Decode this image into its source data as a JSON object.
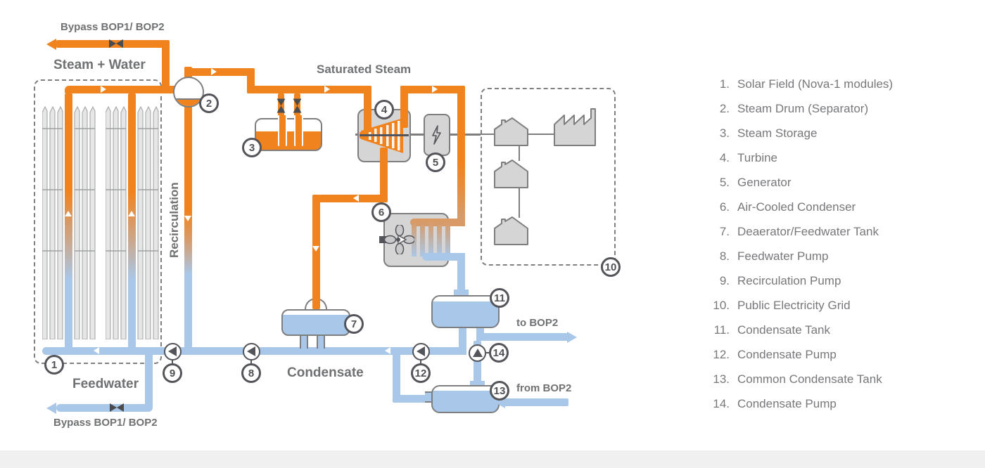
{
  "diagram": {
    "labels": {
      "bypass_top": "Bypass BOP1/ BOP2",
      "steam_water": "Steam + Water",
      "saturated_steam": "Saturated Steam",
      "recirculation": "Recirculation",
      "condensate": "Condensate",
      "feedwater": "Feedwater",
      "to_bop2": "to BOP2",
      "from_bop2": "from BOP2",
      "bypass_bottom": "Bypass BOP1/ BOP2"
    },
    "badges": [
      "1",
      "2",
      "3",
      "4",
      "5",
      "6",
      "7",
      "8",
      "9",
      "10",
      "11",
      "12",
      "13",
      "14"
    ]
  },
  "legend": {
    "items": [
      {
        "num": "1.",
        "label": "Solar Field (Nova-1 modules)"
      },
      {
        "num": "2.",
        "label": "Steam Drum (Separator)"
      },
      {
        "num": "3.",
        "label": "Steam Storage"
      },
      {
        "num": "4.",
        "label": "Turbine"
      },
      {
        "num": "5.",
        "label": "Generator"
      },
      {
        "num": "6.",
        "label": "Air-Cooled Condenser"
      },
      {
        "num": "7.",
        "label": "Deaerator/Feedwater Tank"
      },
      {
        "num": "8.",
        "label": "Feedwater Pump"
      },
      {
        "num": "9.",
        "label": "Recirculation Pump"
      },
      {
        "num": "10.",
        "label": "Public Electricity Grid"
      },
      {
        "num": "11.",
        "label": "Condensate Tank"
      },
      {
        "num": "12.",
        "label": "Condensate Pump"
      },
      {
        "num": "13.",
        "label": "Common Condensate Tank"
      },
      {
        "num": "14.",
        "label": "Condensate Pump"
      }
    ]
  },
  "colors": {
    "steam_orange": "#F0831E",
    "transition_orange": "#D99A66",
    "water_blue": "#A9C7E8",
    "component_gray": "#D5D5D6",
    "outline_gray": "#7D7E80",
    "dark_gray": "#54555A",
    "label_gray": "#6F7173",
    "legend_gray": "#77787B"
  }
}
